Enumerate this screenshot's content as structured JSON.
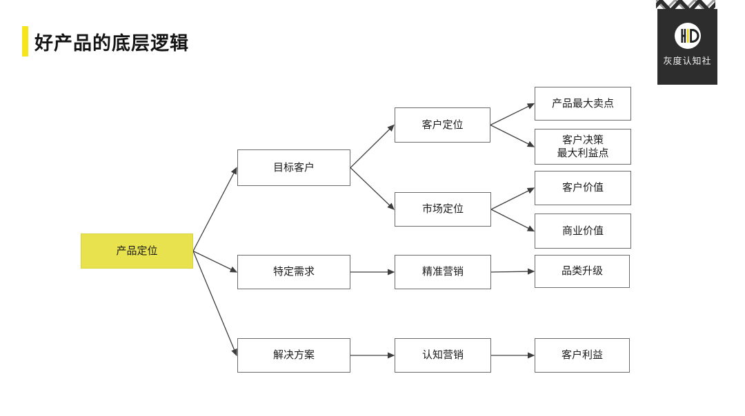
{
  "title": "好产品的底层逻辑",
  "logo": {
    "monogram": "HD",
    "brand_name": "灰度认知社"
  },
  "colors": {
    "title_accent_yellow": "#f6e41d",
    "highlight_node_yellow": "#e7e24e",
    "node_border_gray": "#696969",
    "arrow_gray": "#3d3d3d",
    "logo_background": "#2d2d2d",
    "logo_yellow_bar": "#edd411"
  },
  "diagram": {
    "nodes": [
      {
        "id": "product-positioning",
        "label": "产品定位",
        "highlight": true
      },
      {
        "id": "target-customer",
        "label": "目标客户",
        "highlight": false
      },
      {
        "id": "specific-demand",
        "label": "特定需求",
        "highlight": false
      },
      {
        "id": "solution",
        "label": "解决方案",
        "highlight": false
      },
      {
        "id": "customer-positioning",
        "label": "客户定位",
        "highlight": false
      },
      {
        "id": "market-positioning",
        "label": "市场定位",
        "highlight": false
      },
      {
        "id": "precise-marketing",
        "label": "精准营销",
        "highlight": false
      },
      {
        "id": "cognitive-marketing",
        "label": "认知营销",
        "highlight": false
      },
      {
        "id": "top-selling-point",
        "label": "产品最大卖点",
        "highlight": false
      },
      {
        "id": "customer-decision-benefit",
        "label": "客户决策\n最大利益点",
        "highlight": false
      },
      {
        "id": "customer-value",
        "label": "客户价值",
        "highlight": false
      },
      {
        "id": "business-value",
        "label": "商业价值",
        "highlight": false
      },
      {
        "id": "category-upgrade",
        "label": "品类升级",
        "highlight": false
      },
      {
        "id": "customer-benefit",
        "label": "客户利益",
        "highlight": false
      }
    ],
    "edges": [
      {
        "from": "product-positioning",
        "to": "target-customer"
      },
      {
        "from": "product-positioning",
        "to": "specific-demand"
      },
      {
        "from": "product-positioning",
        "to": "solution"
      },
      {
        "from": "target-customer",
        "to": "customer-positioning"
      },
      {
        "from": "target-customer",
        "to": "market-positioning"
      },
      {
        "from": "customer-positioning",
        "to": "top-selling-point"
      },
      {
        "from": "customer-positioning",
        "to": "customer-decision-benefit"
      },
      {
        "from": "market-positioning",
        "to": "customer-value"
      },
      {
        "from": "market-positioning",
        "to": "business-value"
      },
      {
        "from": "specific-demand",
        "to": "precise-marketing"
      },
      {
        "from": "precise-marketing",
        "to": "category-upgrade"
      },
      {
        "from": "solution",
        "to": "cognitive-marketing"
      },
      {
        "from": "cognitive-marketing",
        "to": "customer-benefit"
      }
    ]
  }
}
